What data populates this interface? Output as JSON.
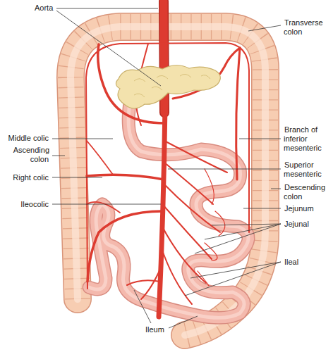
{
  "diagram": {
    "labels": [
      "Aorta",
      "Transverse colon",
      "Middle colic",
      "Ascending colon",
      "Branch of inferior mesenteric",
      "Superior mesenteric",
      "Right colic",
      "Descending colon",
      "Ileocolic",
      "Jejunum",
      "Jejunal",
      "Ileal",
      "Ileum"
    ]
  }
}
